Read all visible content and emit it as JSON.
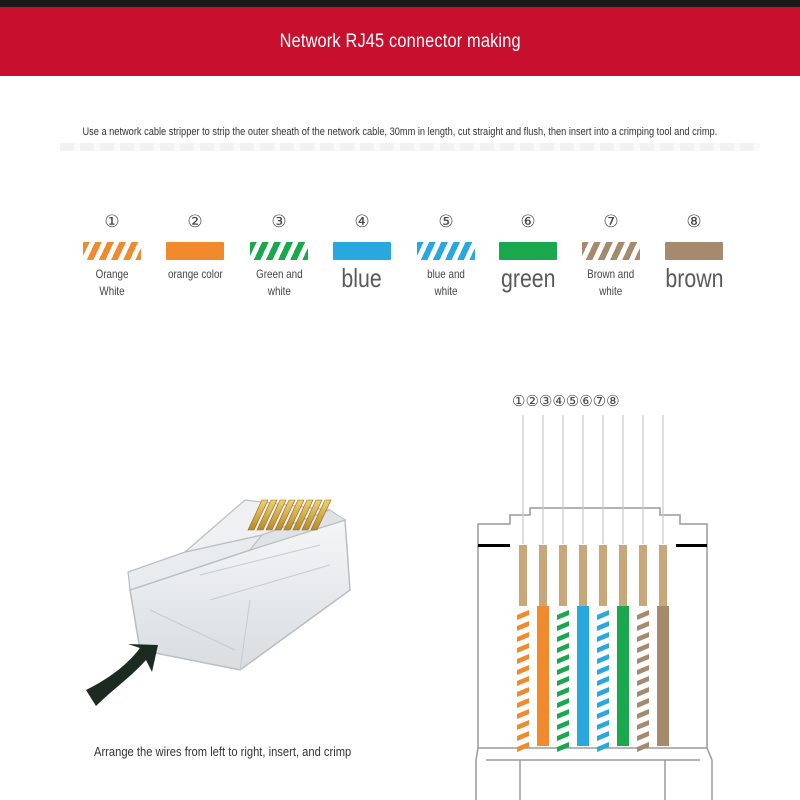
{
  "colors": {
    "banner": "#c8102e",
    "orange": "#f08a2c",
    "green": "#1aa84f",
    "blue": "#29a8e0",
    "brown": "#a68a6d",
    "copper": "#c8a878"
  },
  "banner": {
    "title": "Network RJ45 connector making"
  },
  "instruction": "Use a network cable stripper to strip the outer sheath of the network cable, 30mm in length, cut straight and flush, then insert into a crimping tool and crimp.",
  "sequence": [
    {
      "number": "①",
      "label": "Orange\nWhite",
      "color": "orange",
      "striped": true,
      "size": "small"
    },
    {
      "number": "②",
      "label": "orange color",
      "color": "orange",
      "striped": false,
      "size": "small"
    },
    {
      "number": "③",
      "label": "Green and\nwhite",
      "color": "green",
      "striped": true,
      "size": "small"
    },
    {
      "number": "④",
      "label": "blue",
      "color": "blue",
      "striped": false,
      "size": "big"
    },
    {
      "number": "⑤",
      "label": "blue and\nwhite",
      "color": "blue",
      "striped": true,
      "size": "small"
    },
    {
      "number": "⑥",
      "label": "green",
      "color": "green",
      "striped": false,
      "size": "big"
    },
    {
      "number": "⑦",
      "label": "Brown and\nwhite",
      "color": "brown",
      "striped": true,
      "size": "small"
    },
    {
      "number": "⑧",
      "label": "brown",
      "color": "brown",
      "striped": false,
      "size": "big"
    }
  ],
  "pin_numbers": "①②③④⑤⑥⑦⑧",
  "caption": "Arrange the wires from left to right, insert, and crimp"
}
